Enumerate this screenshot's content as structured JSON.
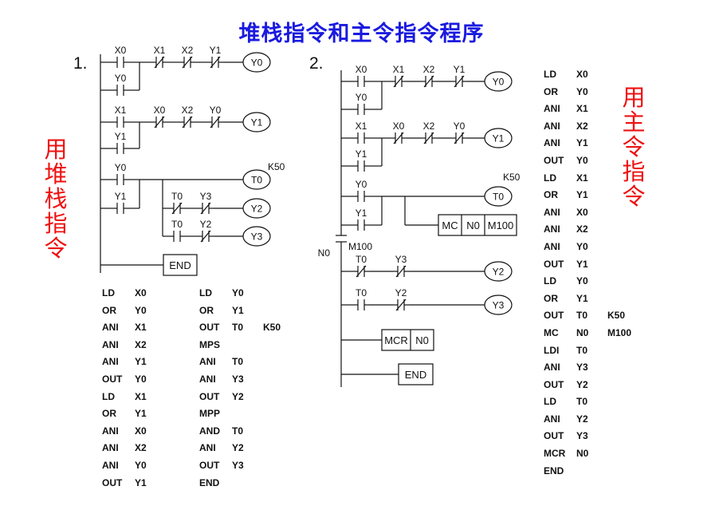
{
  "title": "堆栈指令和主令指令程序",
  "side_labels": {
    "left": "用堆栈指令",
    "right": "用主令指令"
  },
  "diagram1": {
    "number": "1.",
    "rungs": [
      {
        "main": "X0",
        "parallel": "Y0",
        "series_nc": [
          "X1",
          "X2",
          "Y1"
        ],
        "coil": "Y0"
      },
      {
        "main": "X1",
        "parallel": "Y1",
        "series_nc": [
          "X0",
          "X2",
          "Y0"
        ],
        "coil": "Y1"
      },
      {
        "main": "Y0",
        "parallel": "Y1",
        "coil": "T0",
        "coil_param": "K50",
        "branches": [
          {
            "contacts": [
              {
                "name": "T0",
                "type": "nc"
              },
              {
                "name": "Y3",
                "type": "nc"
              }
            ],
            "coil": "Y2"
          },
          {
            "contacts": [
              {
                "name": "T0",
                "type": "no"
              },
              {
                "name": "Y2",
                "type": "nc"
              }
            ],
            "coil": "Y3"
          }
        ]
      }
    ],
    "end_label": "END",
    "program_col1": [
      [
        "LD",
        "X0"
      ],
      [
        "OR",
        "Y0"
      ],
      [
        "ANI",
        "X1"
      ],
      [
        "ANI",
        "X2"
      ],
      [
        "ANI",
        "Y1"
      ],
      [
        "OUT",
        "Y0"
      ],
      [
        "LD",
        "X1"
      ],
      [
        "OR",
        "Y1"
      ],
      [
        "ANI",
        "X0"
      ],
      [
        "ANI",
        "X2"
      ],
      [
        "ANI",
        "Y0"
      ],
      [
        "OUT",
        "Y1"
      ]
    ],
    "program_col2": [
      [
        "LD",
        "Y0",
        ""
      ],
      [
        "OR",
        "Y1",
        ""
      ],
      [
        "OUT",
        "T0",
        "K50"
      ],
      [
        "MPS",
        "",
        ""
      ],
      [
        "ANI",
        "T0",
        ""
      ],
      [
        "ANI",
        "Y3",
        ""
      ],
      [
        "OUT",
        "Y2",
        ""
      ],
      [
        "MPP",
        "",
        ""
      ],
      [
        "AND",
        "T0",
        ""
      ],
      [
        "ANI",
        "Y2",
        ""
      ],
      [
        "OUT",
        "Y3",
        ""
      ],
      [
        "END",
        "",
        ""
      ]
    ]
  },
  "diagram2": {
    "number": "2.",
    "rungs": [
      {
        "main": "X0",
        "parallel": "Y0",
        "series_nc": [
          "X1",
          "X2",
          "Y1"
        ],
        "coil": "Y0"
      },
      {
        "main": "X1",
        "parallel": "Y1",
        "series_nc": [
          "X0",
          "X2",
          "Y0"
        ],
        "coil": "Y1"
      },
      {
        "main": "Y0",
        "parallel": "Y1",
        "coil": "T0",
        "coil_param": "K50",
        "mc_box": [
          "MC",
          "N0",
          "M100"
        ]
      }
    ],
    "mc_contact": {
      "nest": "N0",
      "relay": "M100"
    },
    "inner_rungs": [
      {
        "contacts": [
          {
            "name": "T0",
            "type": "nc"
          },
          {
            "name": "Y3",
            "type": "nc"
          }
        ],
        "coil": "Y2"
      },
      {
        "contacts": [
          {
            "name": "T0",
            "type": "no"
          },
          {
            "name": "Y2",
            "type": "nc"
          }
        ],
        "coil": "Y3"
      }
    ],
    "mcr_box": [
      "MCR",
      "N0"
    ],
    "end_label": "END",
    "program": [
      [
        "LD",
        "X0",
        ""
      ],
      [
        "OR",
        "Y0",
        ""
      ],
      [
        "ANI",
        "X1",
        ""
      ],
      [
        "ANI",
        "X2",
        ""
      ],
      [
        "ANI",
        "Y1",
        ""
      ],
      [
        "OUT",
        "Y0",
        ""
      ],
      [
        "LD",
        "X1",
        ""
      ],
      [
        "OR",
        "Y1",
        ""
      ],
      [
        "ANI",
        "X0",
        ""
      ],
      [
        "ANI",
        "X2",
        ""
      ],
      [
        "ANI",
        "Y0",
        ""
      ],
      [
        "OUT",
        "Y1",
        ""
      ],
      [
        "LD",
        "Y0",
        ""
      ],
      [
        "OR",
        "Y1",
        ""
      ],
      [
        "OUT",
        "T0",
        "K50"
      ],
      [
        "MC",
        "N0",
        "M100"
      ],
      [
        "LDI",
        "T0",
        ""
      ],
      [
        "ANI",
        "Y3",
        ""
      ],
      [
        "OUT",
        "Y2",
        ""
      ],
      [
        "LD",
        "T0",
        ""
      ],
      [
        "ANI",
        "Y2",
        ""
      ],
      [
        "OUT",
        "Y3",
        ""
      ],
      [
        "MCR",
        "N0",
        ""
      ],
      [
        "END",
        "",
        ""
      ]
    ]
  }
}
